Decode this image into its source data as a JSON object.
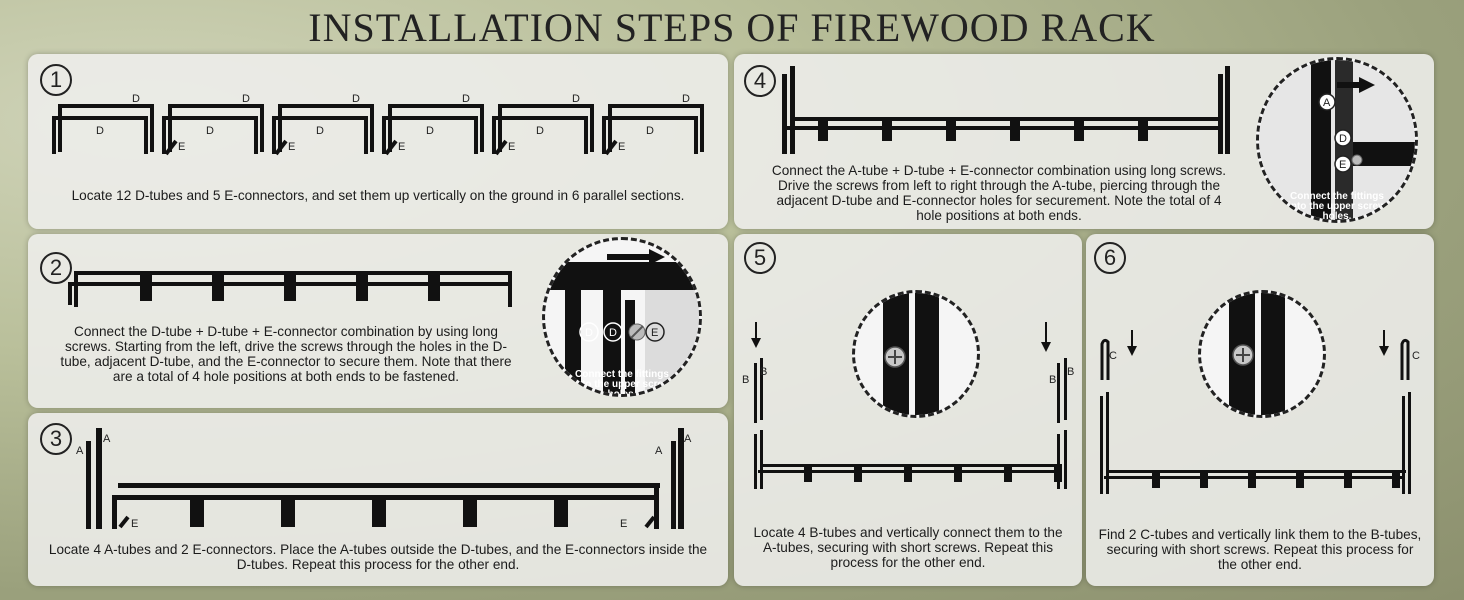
{
  "title": "Installation Steps of Firewood Rack",
  "steps": [
    {
      "number": "1",
      "text": "Locate 12 D-tubes and 5 E-connectors, and set them up vertically on the ground in 6 parallel sections.",
      "labels": {
        "d": "D",
        "e": "E"
      }
    },
    {
      "number": "2",
      "text": "Connect the D-tube + D-tube + E-connector combination by using long screws. Starting from the left, drive the screws through the holes in the D-tube, adjacent D-tube, and the E-connector to secure them. Note that there are a total of 4 hole positions at both ends to be fastened.",
      "callout": "Connect the fittings into the upper screw holes.",
      "callout_labels": [
        "D",
        "D",
        "E"
      ]
    },
    {
      "number": "3",
      "text": "Locate 4 A-tubes and 2 E-connectors. Place the A-tubes outside the D-tubes, and the E-connectors inside the D-tubes. Repeat this process for the other end.",
      "labels": {
        "a": "A",
        "e": "E"
      }
    },
    {
      "number": "4",
      "text": "Connect the A-tube + D-tube + E-connector combination using long screws. Drive the screws from left to right through the A-tube, piercing through the adjacent D-tube and E-connector holes for securement. Note the total of 4 hole positions at both ends.",
      "callout": "Connect the fittings into the upper screw holes.",
      "callout_labels": [
        "A",
        "D",
        "E"
      ]
    },
    {
      "number": "5",
      "text": "Locate 4 B-tubes and vertically connect them to the A-tubes, securing with short screws. Repeat this process for the other end.",
      "labels": {
        "b": "B"
      }
    },
    {
      "number": "6",
      "text": "Find 2 C-tubes and vertically link them to the B-tubes, securing with short screws. Repeat this process for the other end.",
      "labels": {
        "c": "C"
      }
    }
  ],
  "colors": {
    "tube": "#111111",
    "panel": "#eeeeec",
    "text": "#1c1c1c"
  }
}
